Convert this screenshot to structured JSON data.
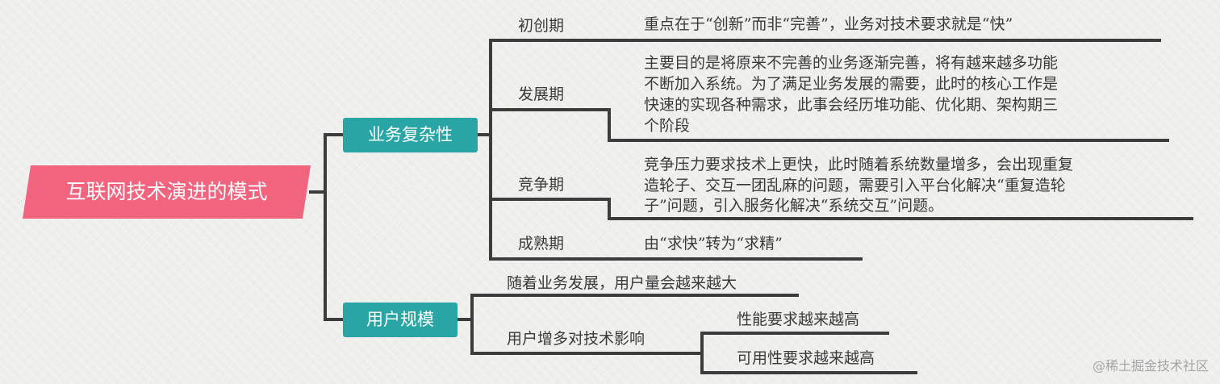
{
  "root": {
    "label": "互联网技术演进的模式",
    "color": "#f2637e"
  },
  "branches": [
    {
      "label": "业务复杂性",
      "color": "#2aa5a5",
      "children": [
        {
          "label": "初创期",
          "detail": [
            "重点在于“创新”而非“完善”，业务对技术要求就是“快”"
          ]
        },
        {
          "label": "发展期",
          "detail": [
            "主要目的是将原来不完善的业务逐渐完善，将有越来越多功能",
            "不断加入系统。为了满足业务发展的需要，此时的核心工作是",
            "快速的实现各种需求，此事会经历堆功能、优化期、架构期三",
            "个阶段"
          ]
        },
        {
          "label": "竞争期",
          "detail": [
            "竞争压力要求技术上更快，此时随着系统数量增多，会出现重复",
            "造轮子、交互一团乱麻的问题，需要引入平台化解决“重复造轮",
            "子”问题，引入服务化解决“系统交互”问题。"
          ]
        },
        {
          "label": "成熟期",
          "detail": [
            "由“求快”转为“求精”"
          ]
        }
      ]
    },
    {
      "label": "用户规模",
      "color": "#2aa5a5",
      "children": [
        {
          "label": "随着业务发展，用户量会越来越大"
        },
        {
          "label": "用户增多对技术影响",
          "children": [
            {
              "label": "性能要求越来越高"
            },
            {
              "label": "可用性要求越来越高"
            }
          ]
        }
      ]
    }
  ],
  "watermark": "@稀土掘金技术社区"
}
